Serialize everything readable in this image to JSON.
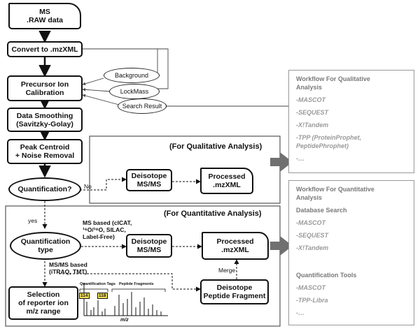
{
  "nodes": {
    "ms_raw": "MS\n.RAW data",
    "convert": "Convert to .mzXML",
    "calibration": "Precursor Ion\nCalibration",
    "smoothing": "Data Smoothing\n(Savitzky-Golay)",
    "centroid": "Peak Centroid\n+ Noise Removal",
    "quantification": "Quantification?",
    "deisotope_qual": "Deisotope\nMS/MS",
    "processed_qual": "Processed\n.mzXML",
    "quant_type": "Quantification\ntype",
    "deisotope_quant": "Deisotope\nMS/MS",
    "processed_quant": "Processed\n.mzXML",
    "deisotope_peptide": "Deisotope\nPeptide Fragment",
    "reporter": "Selection\nof reporter ion\nm/z range"
  },
  "ellipses": {
    "background": "Background",
    "lockmass": "LockMass",
    "search_result": "Search Result"
  },
  "panels": {
    "qual_title": "(For Qualitative Analysis)",
    "quant_title": "(For Quantitative Analysis)"
  },
  "edge_labels": {
    "no": "No",
    "yes": "yes",
    "ms_based": "MS based (cICAT,\n¹⁶O/¹⁸O, SILAC,\nLabel-Free)",
    "msms_based": "MS/MS based\n(iTRAQ, TMT)",
    "merge": "Merge"
  },
  "spectrum": {
    "quant_tags": "Quantification Tags",
    "peptide_fragments": "Peptide Fragments",
    "tag_114": "114",
    "tag_118": "118",
    "axis": "m/z",
    "accent": "#f2e15a"
  },
  "qual_workflow": {
    "title": "Workflow For Qualitative\nAnalysis",
    "items": [
      "-MASCOT",
      "-SEQUEST",
      "-X!Tandem",
      "-TPP (ProteinProphet,\nPeptidePhrophet)",
      "-…"
    ]
  },
  "quant_workflow": {
    "title": "Workflow For Quantitative\nAnalysis",
    "db_search": "Database Search",
    "db_items": [
      "-MASCOT",
      "-SEQUEST",
      "-X!Tandem"
    ],
    "tools": "Quantification Tools",
    "tool_items": [
      "-MASCOT",
      "-TPP-Libra",
      "-…"
    ]
  },
  "colors": {
    "line": "#111111",
    "side_text": "#8a8a8a",
    "side_arrow": "#6e6e6e"
  }
}
